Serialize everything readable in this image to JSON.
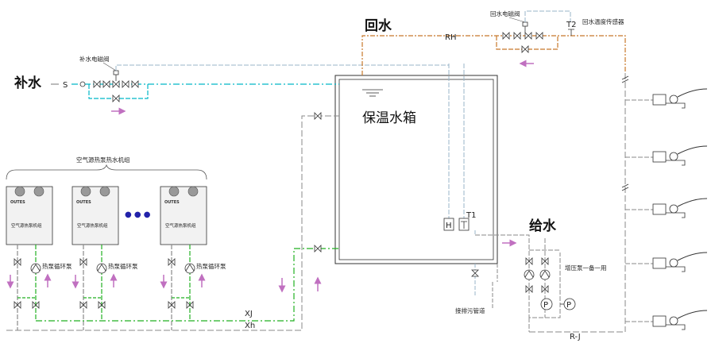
{
  "labels": {
    "makeup_water": "补水",
    "return_water": "回水",
    "supply_water": "给水",
    "tank": "保温水箱",
    "makeup_valve": "补水电磁阀",
    "return_valve": "回水电磁阀",
    "return_temp_sensor": "回水温度传感器",
    "unit_group": "空气源热泵热水机组",
    "heat_pump_pump": "热泵循环泵",
    "booster_pump": "增压泵一备一用",
    "drain_pipe": "接排污管道",
    "sensor_t1": "T1",
    "sensor_t2": "T2",
    "sensor_h": "H",
    "line_s": "S",
    "line_rh": "RH",
    "line_xj": "XJ",
    "line_xh": "Xh",
    "line_rj": "R-J",
    "pump_p": "P",
    "dots": "● ● ●"
  },
  "units": [
    {
      "brand": "OUTES",
      "label": "空气源热泵机组"
    },
    {
      "brand": "OUTES",
      "label": "空气源热泵机组"
    },
    {
      "brand": "OUTES",
      "label": "空气源热泵机组"
    }
  ],
  "colors": {
    "makeup_line": "#00b8c8",
    "return_line": "#c8782a",
    "supply_line": "#8a8a8a",
    "circ_line": "#22b022",
    "control_line": "#98b4c8",
    "arrow": "#c070c0",
    "dots": "#2222aa",
    "pump_circ": "#22b022"
  }
}
